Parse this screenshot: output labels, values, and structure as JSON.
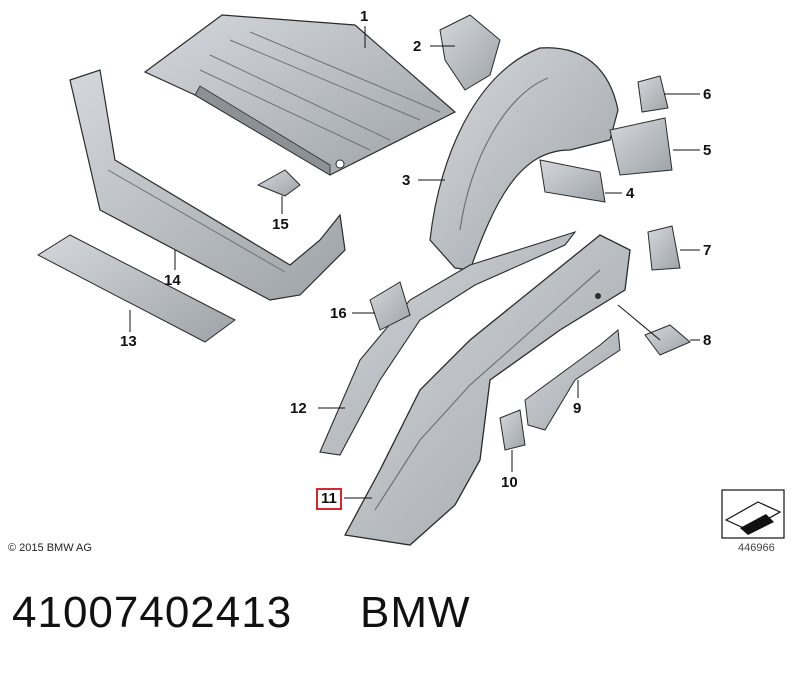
{
  "callouts": [
    "1",
    "2",
    "3",
    "4",
    "5",
    "6",
    "7",
    "8",
    "9",
    "10",
    "11",
    "12",
    "13",
    "14",
    "15",
    "16"
  ],
  "highlighted_callout": "11",
  "copyright": "© 2015 BMW AG",
  "diagram_code": "446966",
  "part_number": "41007402413",
  "brand": "BMW",
  "colors": {
    "part_fill": "#c4c8cc",
    "part_shade": "#8c9196",
    "outline": "#2b2b2b",
    "highlight": "#d9262b"
  }
}
